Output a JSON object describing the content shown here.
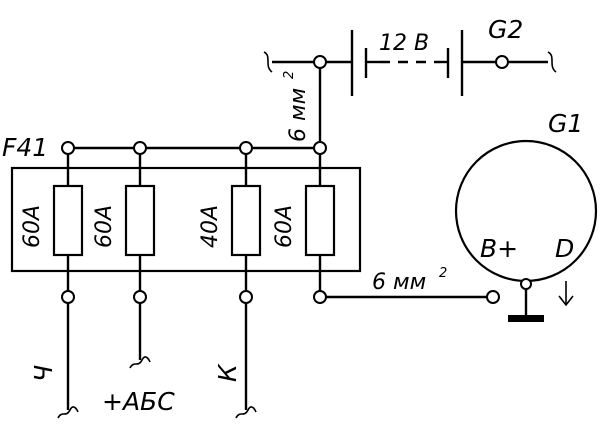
{
  "fuse_block": {
    "label": "F41",
    "fuses": [
      {
        "rating": "60A"
      },
      {
        "rating": "60A"
      },
      {
        "rating": "40A"
      },
      {
        "rating": "60A"
      }
    ]
  },
  "battery": {
    "label": "G2",
    "voltage": "12 В"
  },
  "generator": {
    "label": "G1",
    "terminal_positive": "B+",
    "terminal_d": "D"
  },
  "wires": {
    "vertical_cross_section": "6 мм",
    "horizontal_cross_section": "6 мм",
    "superscript": "2"
  },
  "outputs": {
    "output_1": "Ч",
    "output_2": "+АБС",
    "output_3": "К"
  }
}
